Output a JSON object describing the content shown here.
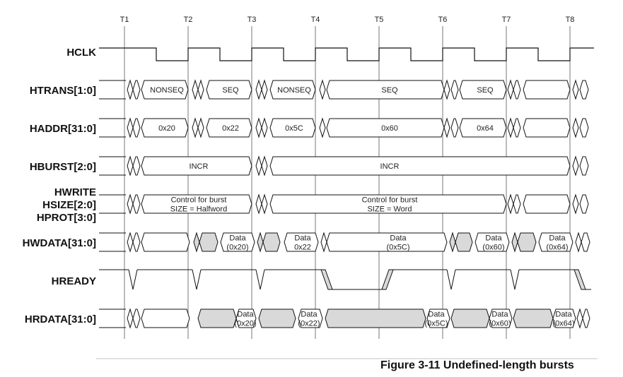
{
  "ticks": [
    "T1",
    "T2",
    "T3",
    "T4",
    "T5",
    "T6",
    "T7",
    "T8"
  ],
  "signals": {
    "hclk": "HCLK",
    "htrans": "HTRANS[1:0]",
    "haddr": "HADDR[31:0]",
    "hburst": "HBURST[2:0]",
    "hwrite": "HWRITE",
    "hsize": "HSIZE[2:0]",
    "hprot": "HPROT[3:0]",
    "hwdata": "HWDATA[31:0]",
    "hready": "HREADY",
    "hrdata": "HRDATA[31:0]"
  },
  "htrans_values": [
    "NONSEQ",
    "SEQ",
    "NONSEQ",
    "SEQ",
    "SEQ"
  ],
  "haddr_values": [
    "0x20",
    "0x22",
    "0x5C",
    "0x60",
    "0x64"
  ],
  "hburst_values": [
    "INCR",
    "INCR"
  ],
  "control_values": [
    [
      "Control for burst",
      "SIZE = Halfword"
    ],
    [
      "Control for burst",
      "SIZE = Word"
    ]
  ],
  "hwdata_values": [
    [
      "Data",
      "(0x20)"
    ],
    [
      "Data",
      "0x22"
    ],
    [
      "Data",
      "(0x5C)"
    ],
    [
      "Data",
      "(0x60)"
    ],
    [
      "Data",
      "(0x64)"
    ]
  ],
  "hrdata_values": [
    [
      "Data",
      "(0x20)"
    ],
    [
      "Data",
      "(0x22)"
    ],
    [
      "Data",
      "(0x5C)"
    ],
    [
      "Data",
      "(0x60)"
    ],
    [
      "Data",
      "(0x64)"
    ]
  ],
  "caption": "Figure 3-11 Undefined-length bursts",
  "colors": {
    "line": "#111111",
    "grid": "#555555",
    "shade": "#d9d9d9"
  }
}
